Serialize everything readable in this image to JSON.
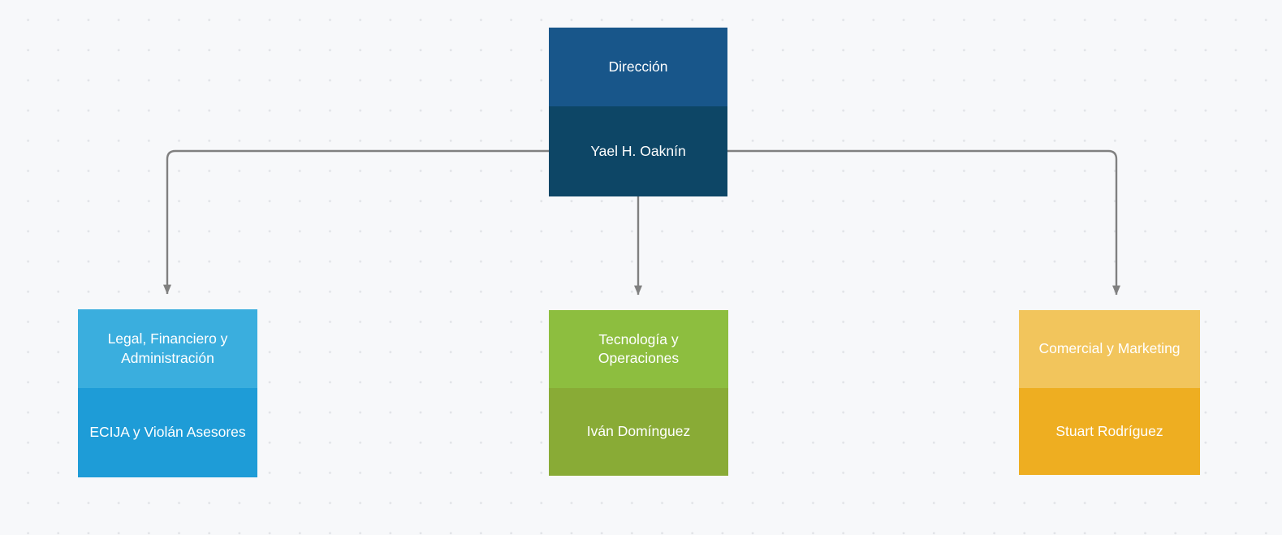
{
  "canvas": {
    "background_color": "#f7f8fa",
    "dot_color": "#e2e4e8",
    "edge_color": "#808080"
  },
  "chart_data": {
    "type": "diagram",
    "subtype": "organization-chart",
    "title": "",
    "orientation": "top-down",
    "nodes": [
      {
        "id": "root",
        "department": "Dirección",
        "person": "Yael H. Oaknín",
        "header_color": "#18568a",
        "body_color": "#0d4666",
        "level": 0
      },
      {
        "id": "left",
        "department": "Legal, Financiero y Administración",
        "person": "ECIJA y Violán Asesores",
        "header_color": "#3aaede",
        "body_color": "#1e9cd7",
        "level": 1
      },
      {
        "id": "mid",
        "department": "Tecnología y Operaciones",
        "person": "Iván Domínguez",
        "header_color": "#8dbe3f",
        "body_color": "#89ab36",
        "level": 1
      },
      {
        "id": "right",
        "department": "Comercial y Marketing",
        "person": "Stuart Rodríguez",
        "header_color": "#f2c55c",
        "body_color": "#eeae21",
        "level": 1
      }
    ],
    "edges": [
      {
        "from": "root",
        "to": "left"
      },
      {
        "from": "root",
        "to": "mid"
      },
      {
        "from": "root",
        "to": "right"
      }
    ]
  },
  "nodes": {
    "root": {
      "department": "Dirección",
      "person": "Yael H. Oaknín"
    },
    "left": {
      "department": "Legal, Financiero y Administración",
      "person": "ECIJA y Violán Asesores"
    },
    "mid": {
      "department": "Tecnología y Operaciones",
      "person": "Iván Domínguez"
    },
    "right": {
      "department": "Comercial y Marketing",
      "person": "Stuart Rodríguez"
    }
  }
}
